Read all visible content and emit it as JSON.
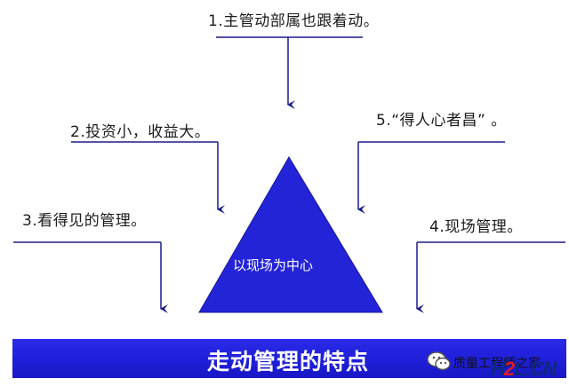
{
  "labels": {
    "item1": "1.主管动部属也跟着动。",
    "item2": "2.投资小，收益大。",
    "item3": "3.看得见的管理。",
    "item4": "4.现场管理。",
    "item5": "5.“得人心者昌”  。"
  },
  "triangle": {
    "text": "以现场为中心"
  },
  "banner": {
    "title": "走动管理的特点"
  },
  "watermark": {
    "name": "质量工程师之家",
    "logo_left": "H",
    "logo_2": "2",
    "logo_right": "L.CN"
  },
  "colors": {
    "line": "#1b1b8a",
    "triangle": "#2323d8",
    "banner": "#1f1fd9"
  }
}
